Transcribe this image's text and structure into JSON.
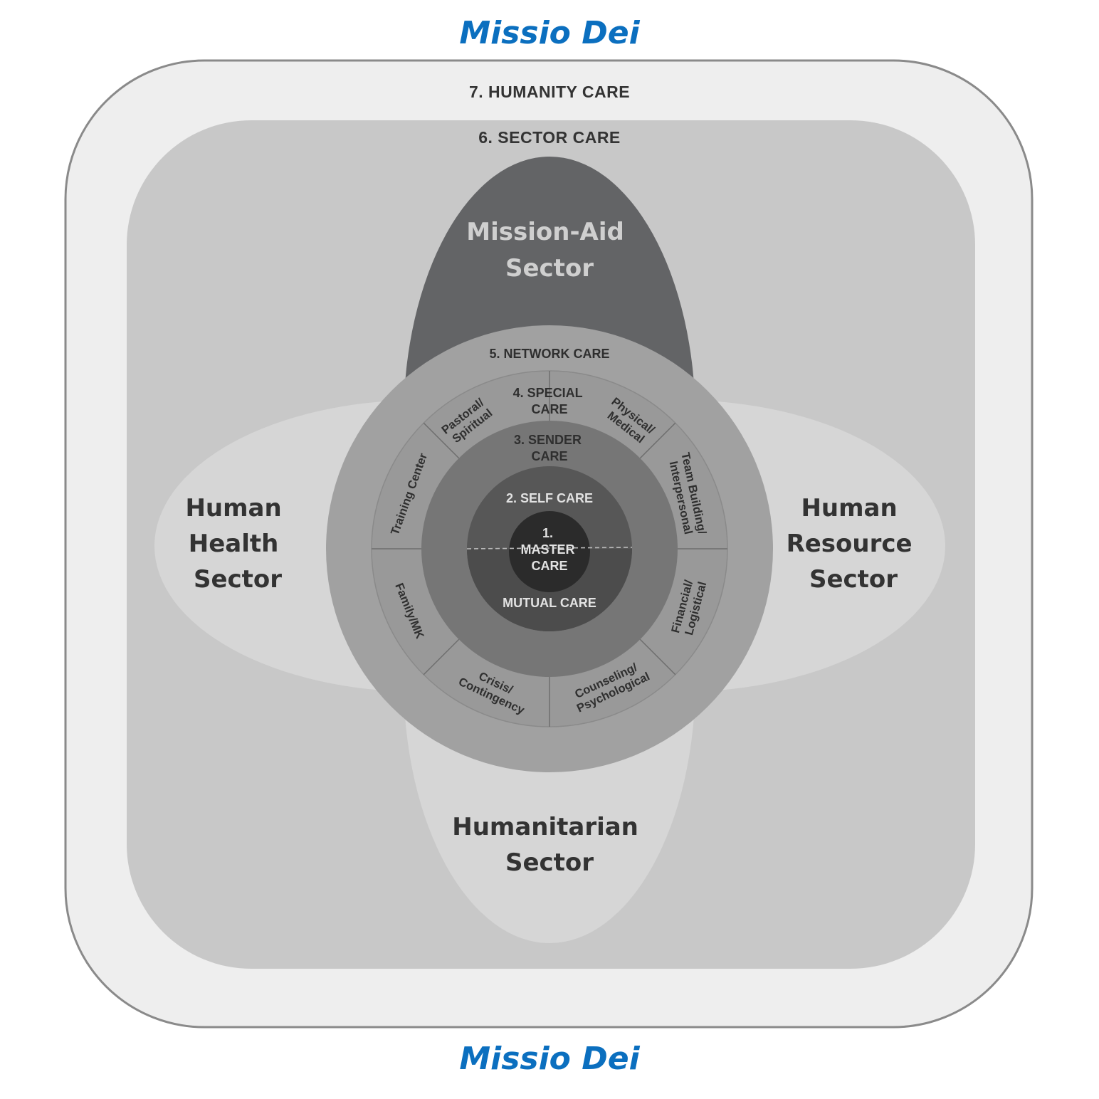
{
  "title_top": "Missio Dei",
  "title_bottom": "Missio Dei",
  "layers": {
    "humanity": "7. HUMANITY CARE",
    "sector": "6. SECTOR CARE",
    "network": "5. NETWORK CARE",
    "special": [
      "4. SPECIAL",
      "CARE"
    ],
    "sender": [
      "3. SENDER",
      "CARE"
    ],
    "self": "2. SELF CARE",
    "mutual": "MUTUAL CARE",
    "master": [
      "1.",
      "MASTER",
      "CARE"
    ]
  },
  "sectors": {
    "mission_aid": [
      "Mission-Aid",
      "Sector"
    ],
    "human_health": [
      "Human",
      "Health",
      "Sector"
    ],
    "human_resource": [
      "Human",
      "Resource",
      "Sector"
    ],
    "humanitarian": [
      "Humanitarian",
      "Sector"
    ]
  },
  "special_care_segments": [
    [
      "Pastoral/",
      "Spiritual"
    ],
    [
      "Physical/",
      "Medical"
    ],
    [
      "Team Building/",
      "Interpersonal"
    ],
    [
      "Financial/",
      "Logistical"
    ],
    [
      "Counseling/",
      "Psychological"
    ],
    [
      "Crisis/",
      "Contingency"
    ],
    [
      "Family/MK"
    ],
    [
      "Training Center"
    ]
  ],
  "colors": {
    "title": "#0b6fbf",
    "outer_square": "#eeeeee",
    "outer_border": "#8a8a8a",
    "inner_square": "#c8c8c8",
    "mission_aid": "#636466",
    "petal_light": "#d6d6d6",
    "network_ring": "#a1a1a1",
    "special_ring": "#999999",
    "sender_ring": "#767676",
    "self_circle": "#575757",
    "mutual_half": "#4c4c4c",
    "master_circle": "#2b2b2b"
  }
}
